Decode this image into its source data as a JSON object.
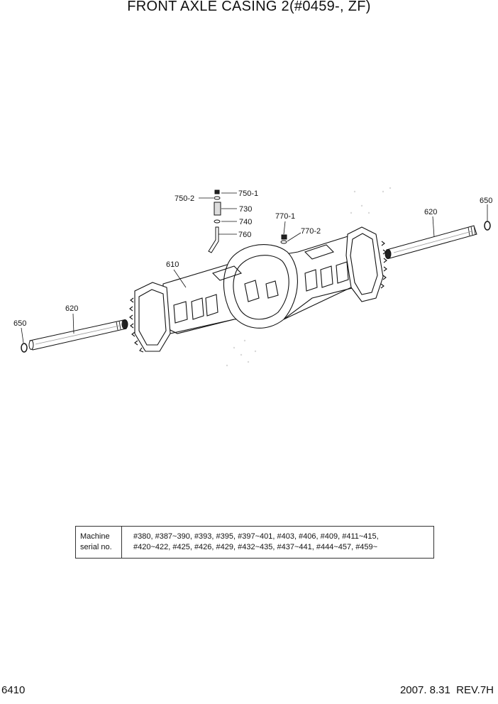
{
  "title": "FRONT AXLE CASING 2(#0459-, ZF)",
  "callouts": {
    "p750_1": "750-1",
    "p750_2": "750-2",
    "p730": "730",
    "p740": "740",
    "p760": "760",
    "p770_1": "770-1",
    "p770_2": "770-2",
    "p610": "610",
    "p620_right": "620",
    "p650_right": "650",
    "p620_left": "620",
    "p650_left": "650"
  },
  "serial_table": {
    "label_line1": "Machine",
    "label_line2": "serial no.",
    "values_line1": "#380, #387~390, #393, #395, #397~401, #403, #406, #409, #411~415,",
    "values_line2": "#420~422, #425, #426, #429, #432~435, #437~441, #444~457, #459~"
  },
  "footer": {
    "page_number": "6410",
    "revision": "2007. 8.31  REV.7H"
  }
}
